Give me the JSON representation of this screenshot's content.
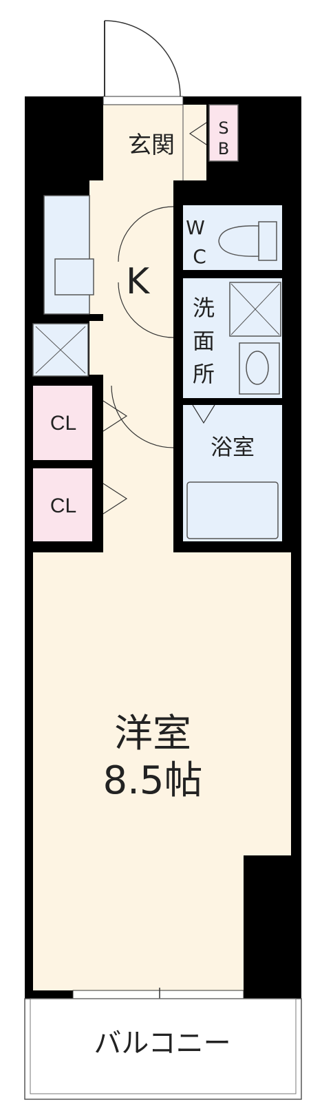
{
  "colors": {
    "wall": "#000000",
    "floor": "#fdf4e3",
    "wet_area": "#e6f0fb",
    "closet": "#fbe4ec",
    "balcony": "#ffffff",
    "line": "#333333"
  },
  "rooms": {
    "entrance": "玄関",
    "shoe_box": [
      "S",
      "B"
    ],
    "kitchen": "K",
    "toilet": [
      "W",
      "C"
    ],
    "washroom": [
      "洗",
      "面",
      "所"
    ],
    "bath": "浴室",
    "closet_1": "CL",
    "closet_2": "CL",
    "western_room": "洋室",
    "western_room_size": "8.5帖",
    "balcony": "バルコニー"
  }
}
